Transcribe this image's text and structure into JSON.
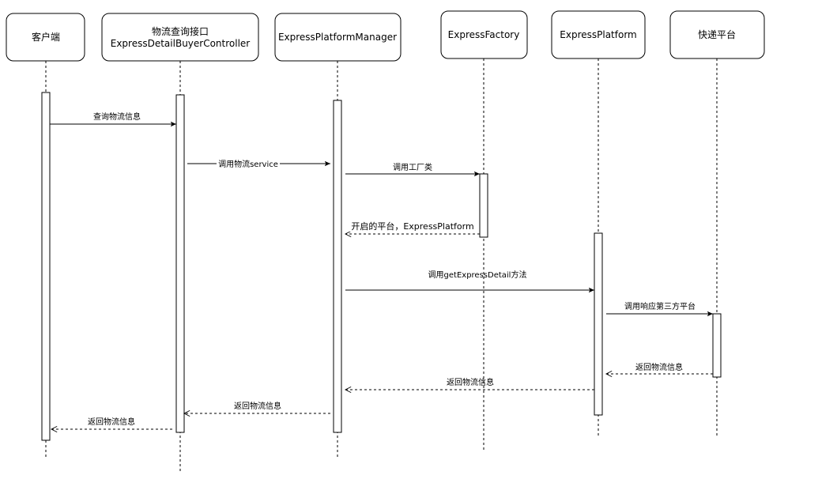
{
  "participants": [
    {
      "id": "client",
      "lines": [
        "客户端"
      ]
    },
    {
      "id": "controller",
      "lines": [
        "物流查询接口",
        "ExpressDetailBuyerController"
      ]
    },
    {
      "id": "manager",
      "lines": [
        "ExpressPlatformManager"
      ]
    },
    {
      "id": "factory",
      "lines": [
        "ExpressFactory"
      ]
    },
    {
      "id": "platform",
      "lines": [
        "ExpressPlatform"
      ]
    },
    {
      "id": "courier",
      "lines": [
        "快递平台"
      ]
    }
  ],
  "messages": [
    {
      "id": "m1",
      "label": "查询物流信息",
      "style": "sync"
    },
    {
      "id": "m2",
      "label": "调用物流service",
      "style": "sync"
    },
    {
      "id": "m3",
      "label": "调用工厂类",
      "style": "sync"
    },
    {
      "id": "m4",
      "label": "开启的平台，ExpressPlatform",
      "style": "return"
    },
    {
      "id": "m5",
      "label": "调用getExpressDetail方法",
      "style": "sync"
    },
    {
      "id": "m6",
      "label": "调用响应第三方平台",
      "style": "sync"
    },
    {
      "id": "m7",
      "label": "返回物流信息",
      "style": "return"
    },
    {
      "id": "m8",
      "label": "返回物流信息",
      "style": "return"
    },
    {
      "id": "m9",
      "label": "返回物流信息",
      "style": "return"
    },
    {
      "id": "m10",
      "label": "返回物流信息",
      "style": "return"
    }
  ]
}
